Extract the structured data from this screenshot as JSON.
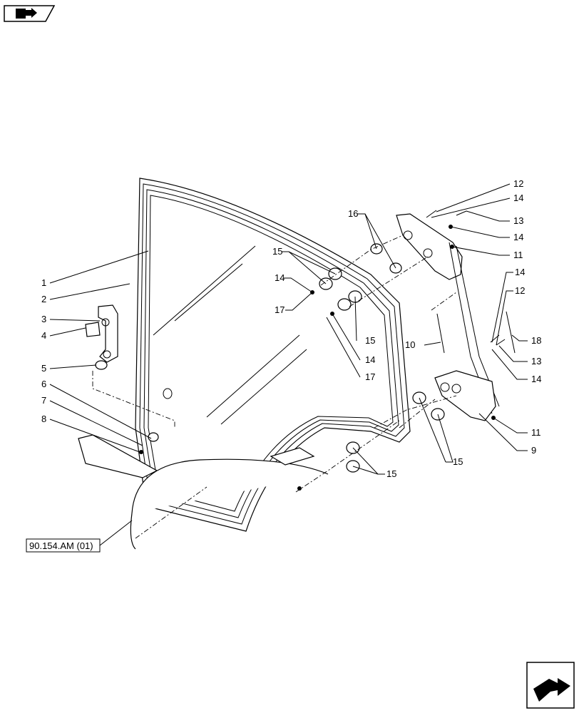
{
  "header_icon": "book-arrow-icon",
  "footer_icon": "next-page-arrow-icon",
  "reference_label": "90.154.AM (01)",
  "callouts": [
    "1",
    "2",
    "3",
    "4",
    "5",
    "6",
    "7",
    "8",
    "16",
    "15",
    "14",
    "17",
    "15",
    "14",
    "17",
    "12",
    "14",
    "13",
    "14",
    "11",
    "14",
    "12",
    "10",
    "18",
    "13",
    "14",
    "11",
    "9",
    "15",
    "15"
  ]
}
